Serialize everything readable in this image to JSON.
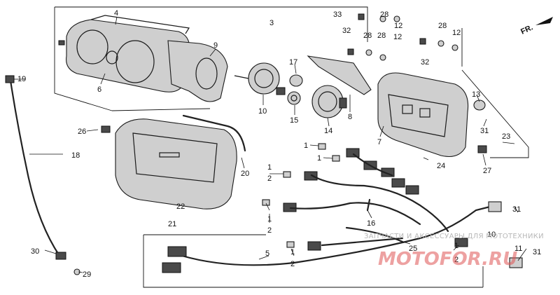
{
  "direction_marker": "FR.",
  "watermark": {
    "text": "ЗАПЧАСТИ И АКСЕССУАРЫ ДЛЯ МОТОТЕХНИКИ",
    "logo": "MOTOFOR.RU"
  },
  "callouts": [
    {
      "id": "c1",
      "label": "4"
    },
    {
      "id": "c2",
      "label": "3"
    },
    {
      "id": "c3",
      "label": "33"
    },
    {
      "id": "c4",
      "label": "28"
    },
    {
      "id": "c5",
      "label": "12"
    },
    {
      "id": "c6",
      "label": "32"
    },
    {
      "id": "c7",
      "label": "28"
    },
    {
      "id": "c8",
      "label": "28"
    },
    {
      "id": "c9",
      "label": "12"
    },
    {
      "id": "c10",
      "label": "28"
    },
    {
      "id": "c11",
      "label": "12"
    },
    {
      "id": "c12",
      "label": "32"
    },
    {
      "id": "c13",
      "label": "9"
    },
    {
      "id": "c14",
      "label": "6"
    },
    {
      "id": "c15",
      "label": "19"
    },
    {
      "id": "c16",
      "label": "17"
    },
    {
      "id": "c17",
      "label": "10"
    },
    {
      "id": "c18",
      "label": "15"
    },
    {
      "id": "c19",
      "label": "14"
    },
    {
      "id": "c20",
      "label": "8"
    },
    {
      "id": "c21",
      "label": "7"
    },
    {
      "id": "c22",
      "label": "13"
    },
    {
      "id": "c23",
      "label": "31"
    },
    {
      "id": "c24",
      "label": "23"
    },
    {
      "id": "c25",
      "label": "26"
    },
    {
      "id": "c26",
      "label": "18"
    },
    {
      "id": "c27",
      "label": "20"
    },
    {
      "id": "c28",
      "label": "1"
    },
    {
      "id": "c29",
      "label": "1"
    },
    {
      "id": "c30",
      "label": "1"
    },
    {
      "id": "c31",
      "label": "2"
    },
    {
      "id": "c32",
      "label": "24"
    },
    {
      "id": "c33",
      "label": "27"
    },
    {
      "id": "c34",
      "label": "22"
    },
    {
      "id": "c35",
      "label": "21"
    },
    {
      "id": "c36",
      "label": "1"
    },
    {
      "id": "c37",
      "label": "2"
    },
    {
      "id": "c38",
      "label": "16"
    },
    {
      "id": "c39",
      "label": "31"
    },
    {
      "id": "c40",
      "label": "10"
    },
    {
      "id": "c41",
      "label": "5"
    },
    {
      "id": "c42",
      "label": "25"
    },
    {
      "id": "c43",
      "label": "1"
    },
    {
      "id": "c44",
      "label": "2"
    },
    {
      "id": "c45",
      "label": "11"
    },
    {
      "id": "c46",
      "label": "31"
    },
    {
      "id": "c47",
      "label": "30"
    },
    {
      "id": "c48",
      "label": "29"
    },
    {
      "id": "c49",
      "label": "1"
    },
    {
      "id": "c50",
      "label": "2"
    }
  ]
}
